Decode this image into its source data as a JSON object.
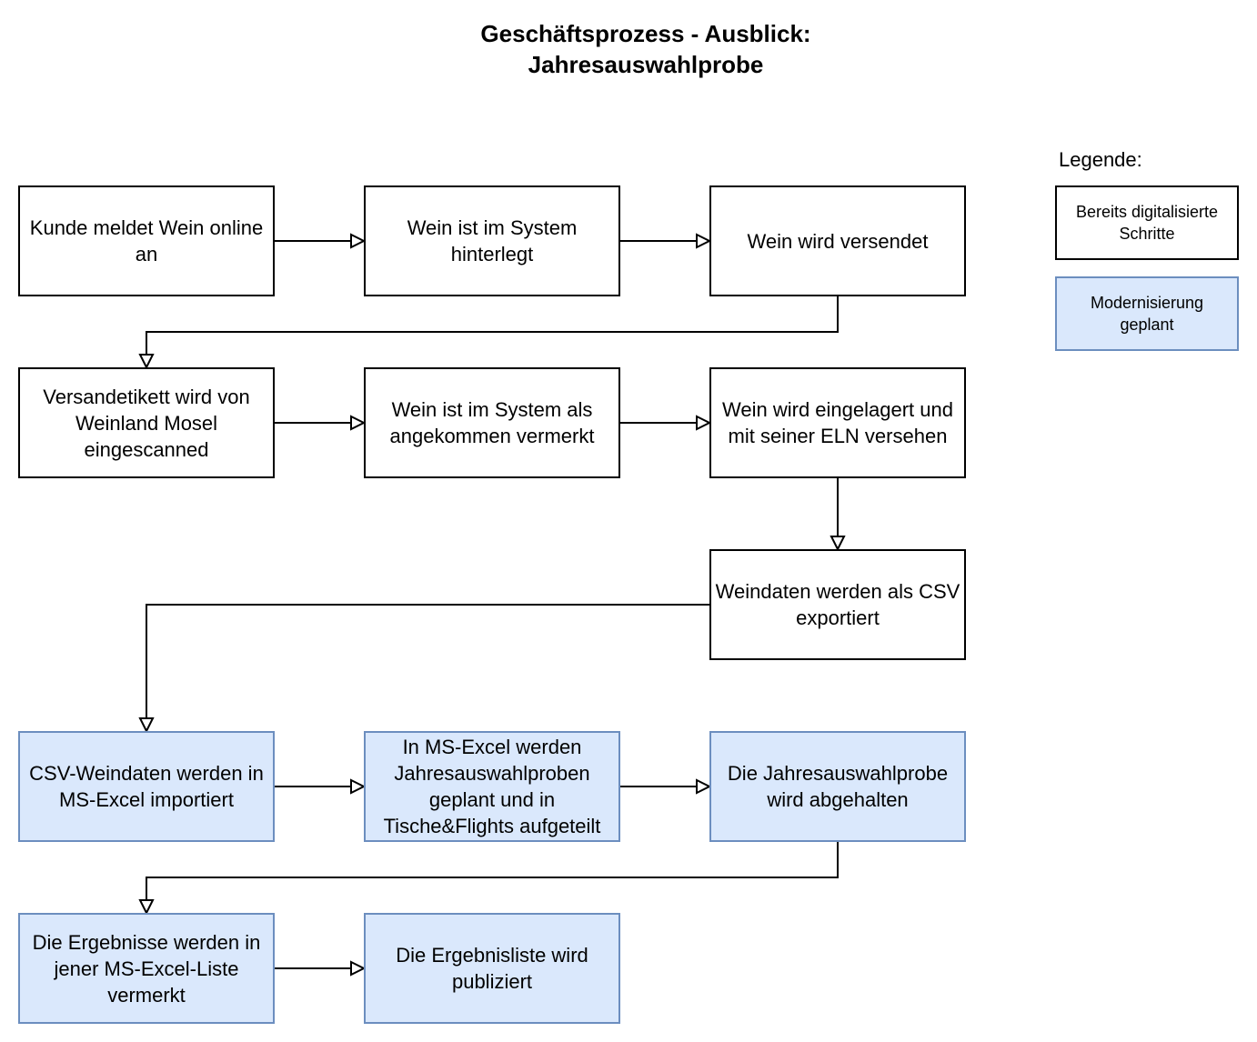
{
  "title": {
    "line1": "Geschäftsprozess - Ausblick:",
    "line2": "Jahresauswahlprobe"
  },
  "legend": {
    "title": "Legende:",
    "digital": "Bereits digitalisierte Schritte",
    "modern": "Modernisierung geplant"
  },
  "colors": {
    "modern_fill": "#dae8fc",
    "modern_stroke": "#6c8ebf",
    "digital_fill": "#ffffff",
    "digital_stroke": "#000000"
  },
  "steps": [
    {
      "id": "s1",
      "label": "Kunde meldet Wein online an",
      "status": "digital"
    },
    {
      "id": "s2",
      "label": "Wein ist im System hinterlegt",
      "status": "digital"
    },
    {
      "id": "s3",
      "label": "Wein wird versendet",
      "status": "digital"
    },
    {
      "id": "s4",
      "label": "Versandetikett wird von Weinland Mosel eingescanned",
      "status": "digital"
    },
    {
      "id": "s5",
      "label": "Wein ist im System als angekommen vermerkt",
      "status": "digital"
    },
    {
      "id": "s6",
      "label": "Wein wird eingelagert und mit seiner ELN versehen",
      "status": "digital"
    },
    {
      "id": "s7",
      "label": "Weindaten werden als CSV exportiert",
      "status": "digital"
    },
    {
      "id": "s8",
      "label": "CSV-Weindaten werden in MS-Excel importiert",
      "status": "modern"
    },
    {
      "id": "s9",
      "label": "In MS-Excel werden Jahresauswahlproben geplant und in Tische&Flights aufgeteilt",
      "status": "modern"
    },
    {
      "id": "s10",
      "label": "Die Jahresauswahlprobe wird abgehalten",
      "status": "modern"
    },
    {
      "id": "s11",
      "label": "Die Ergebnisse werden in jener MS-Excel-Liste vermerkt",
      "status": "modern"
    },
    {
      "id": "s12",
      "label": "Die Ergebnisliste wird publiziert",
      "status": "modern"
    }
  ],
  "flows": [
    [
      "s1",
      "s2"
    ],
    [
      "s2",
      "s3"
    ],
    [
      "s3",
      "s4"
    ],
    [
      "s4",
      "s5"
    ],
    [
      "s5",
      "s6"
    ],
    [
      "s6",
      "s7"
    ],
    [
      "s7",
      "s8"
    ],
    [
      "s8",
      "s9"
    ],
    [
      "s9",
      "s10"
    ],
    [
      "s10",
      "s11"
    ],
    [
      "s11",
      "s12"
    ]
  ]
}
